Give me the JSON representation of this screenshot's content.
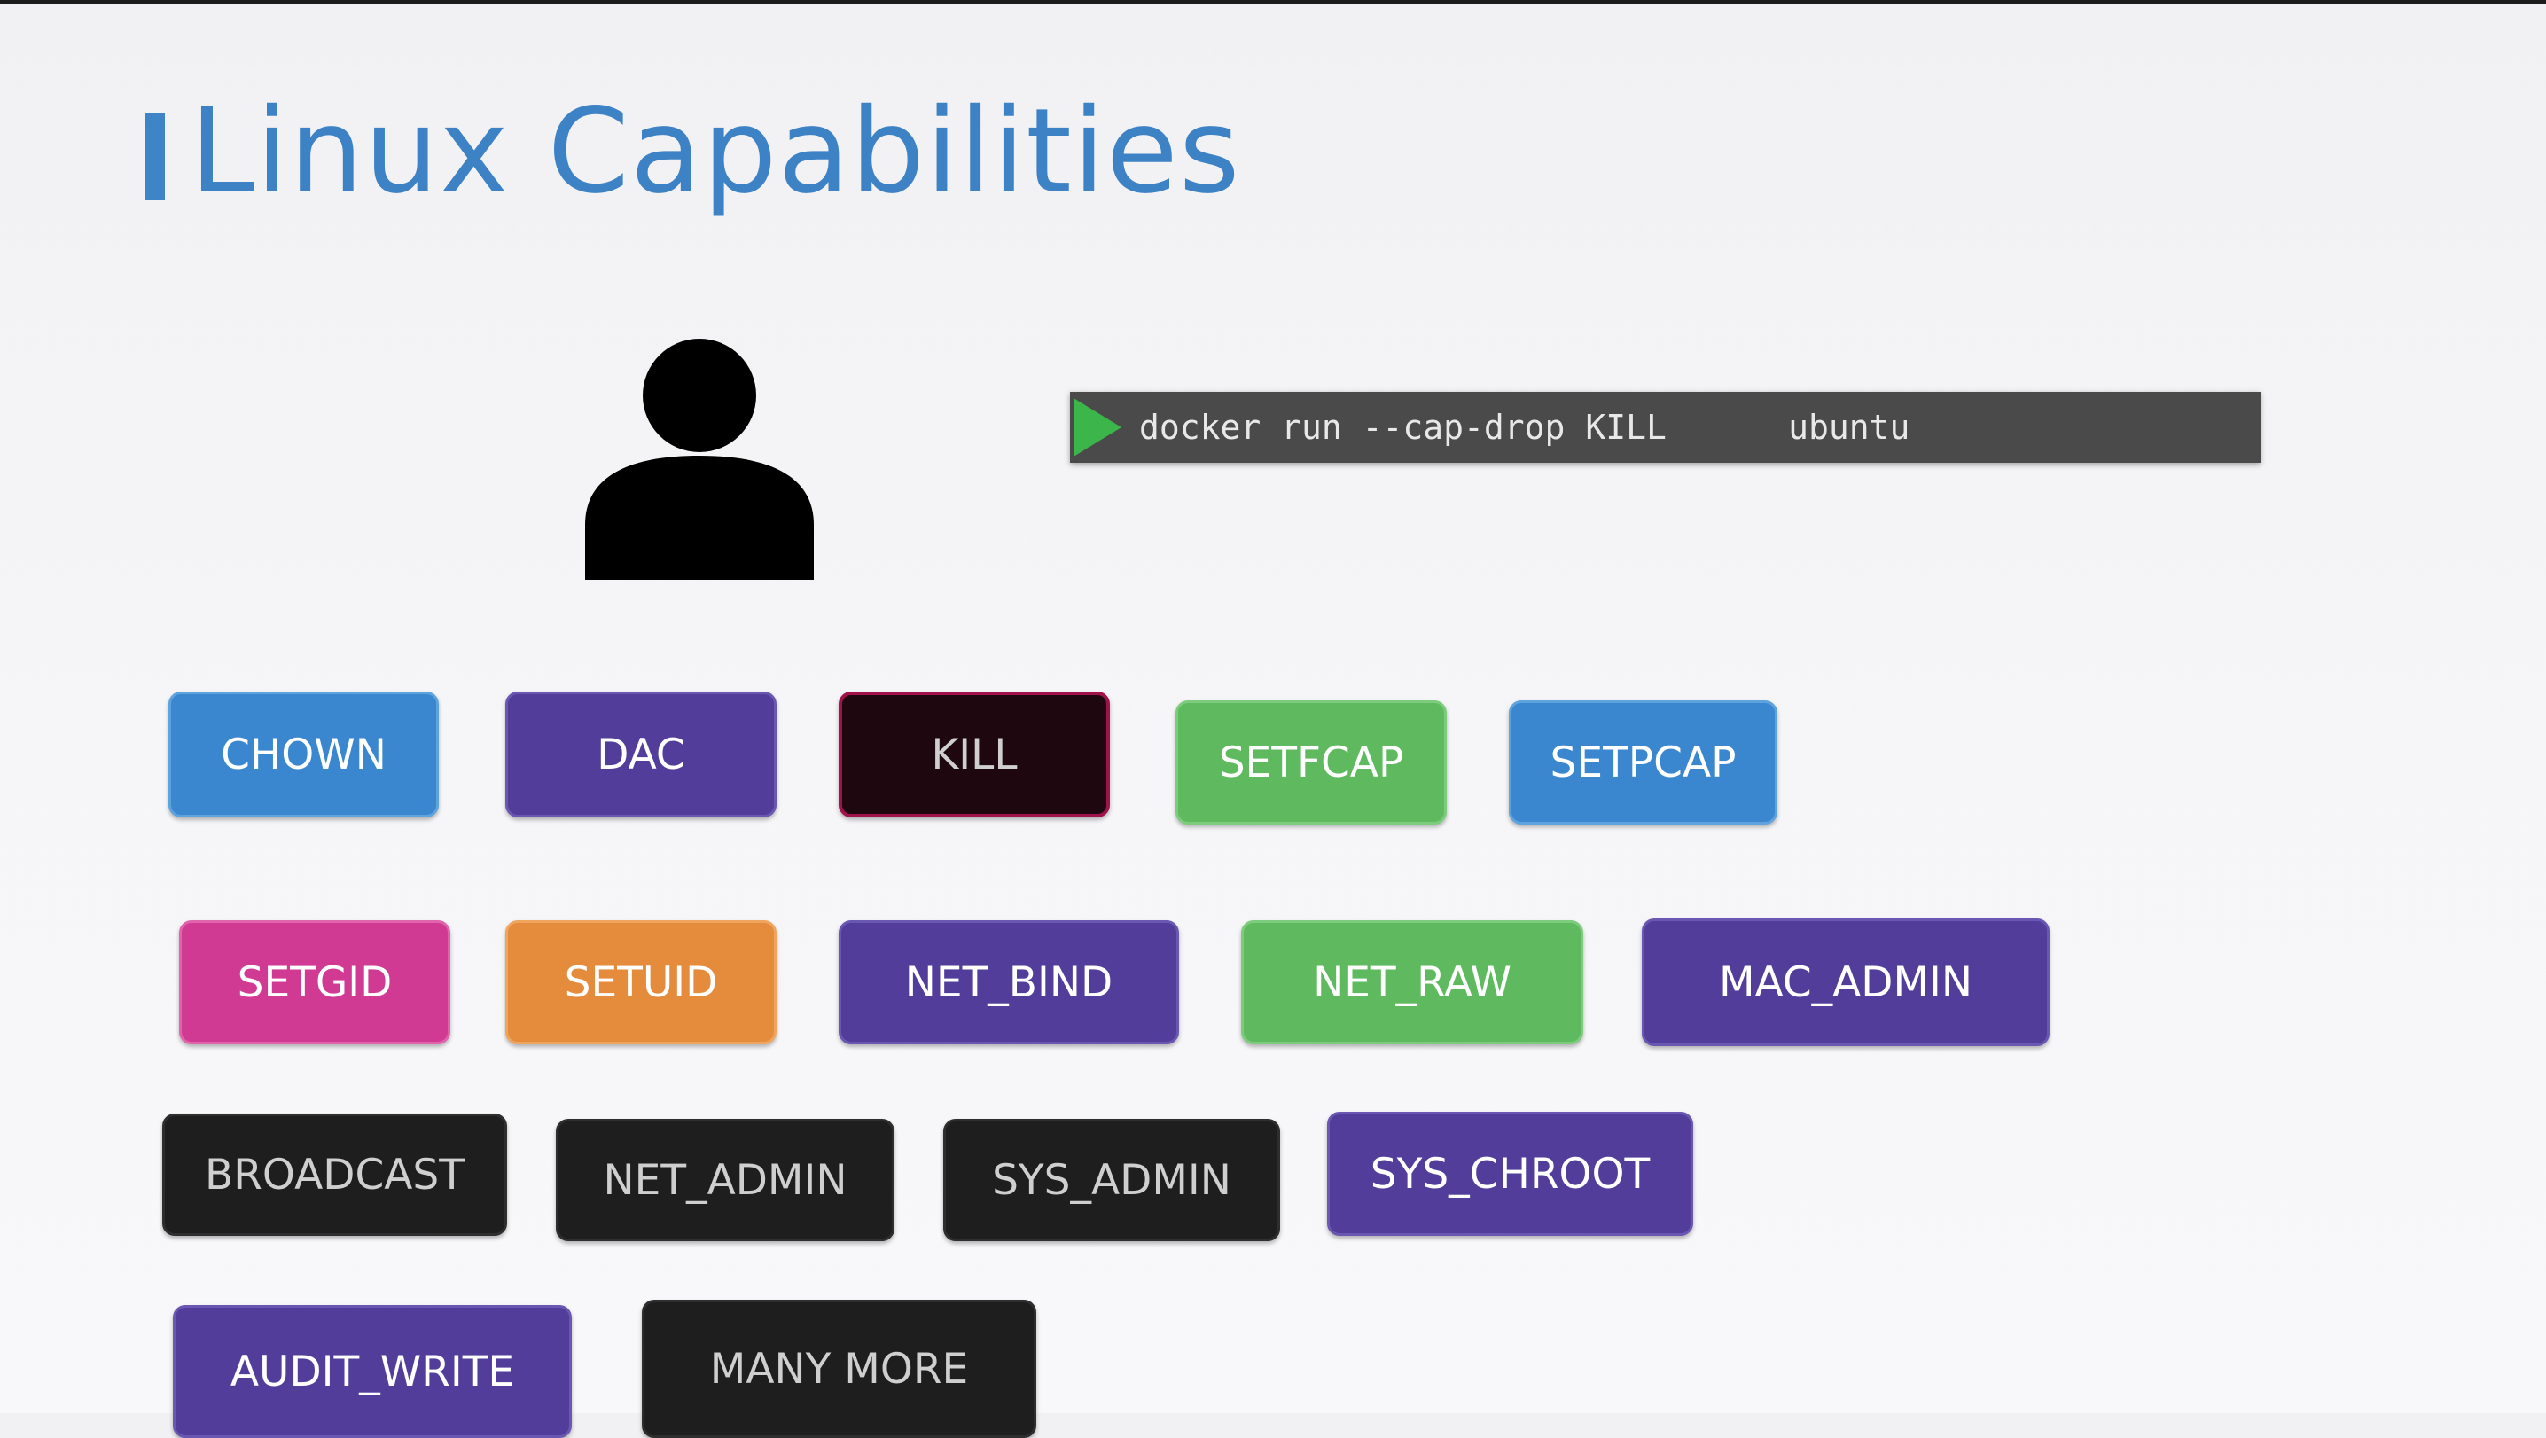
{
  "slide": {
    "title": "Linux Capabilities"
  },
  "terminal": {
    "command": "docker run --cap-drop KILL      ubuntu"
  },
  "capabilities": [
    {
      "label": "CHOWN"
    },
    {
      "label": "DAC"
    },
    {
      "label": "KILL"
    },
    {
      "label": "SETFCAP"
    },
    {
      "label": "SETPCAP"
    },
    {
      "label": "SETGID"
    },
    {
      "label": "SETUID"
    },
    {
      "label": "NET_BIND"
    },
    {
      "label": "NET_RAW"
    },
    {
      "label": "MAC_ADMIN"
    },
    {
      "label": "BROADCAST"
    },
    {
      "label": "NET_ADMIN"
    },
    {
      "label": "SYS_ADMIN"
    },
    {
      "label": "SYS_CHROOT"
    },
    {
      "label": "AUDIT_WRITE"
    },
    {
      "label": "MANY MORE"
    }
  ],
  "icons": {
    "user": "user-icon",
    "play": "play-icon"
  },
  "colors": {
    "title": "#3d82c4",
    "blue": "#3a87cf",
    "purple": "#523e9a",
    "green": "#5fba5f",
    "pink": "#d13a93",
    "orange": "#e48b3c",
    "black": "#1e1e1e",
    "kill_border": "#a0124a",
    "terminal_bg": "#4a4a4a",
    "play": "#3cb54a"
  }
}
